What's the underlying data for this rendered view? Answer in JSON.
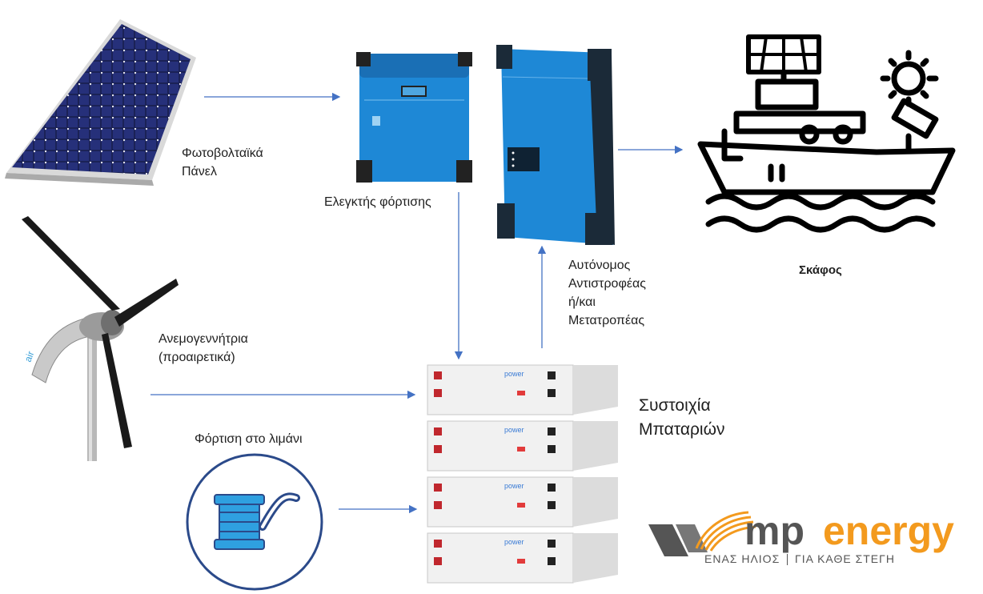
{
  "labels": {
    "pv": [
      "Φωτοβολταϊκά",
      "Πάνελ"
    ],
    "controller": "Ελεγκτής φόρτισης",
    "inverter": [
      "Αυτόνομος",
      "Αντιστροφέας",
      "ή/και",
      "Μετατροπέας"
    ],
    "vessel": "Σκάφος",
    "wind": [
      "Ανεμογεννήτρια",
      "(προαιρετικά)"
    ],
    "shore": "Φόρτιση στο λιμάνι",
    "battery": [
      "Συστοιχία",
      "Μπαταριών"
    ]
  },
  "logo": {
    "mp": "mp",
    "energy": "energy",
    "tagline_left": "ΕΝΑΣ ΗΛΙΟΣ",
    "tagline_right": "ΓΙΑ ΚΑΘΕ ΣΤΕΓΗ"
  },
  "device_text": {
    "battery_brand": "power",
    "wind_brand": "air"
  },
  "colors": {
    "arrow": "#4472c4",
    "victron_blue": "#1e88d6",
    "logo_orange": "#f39a1e",
    "logo_gray": "#555555"
  }
}
